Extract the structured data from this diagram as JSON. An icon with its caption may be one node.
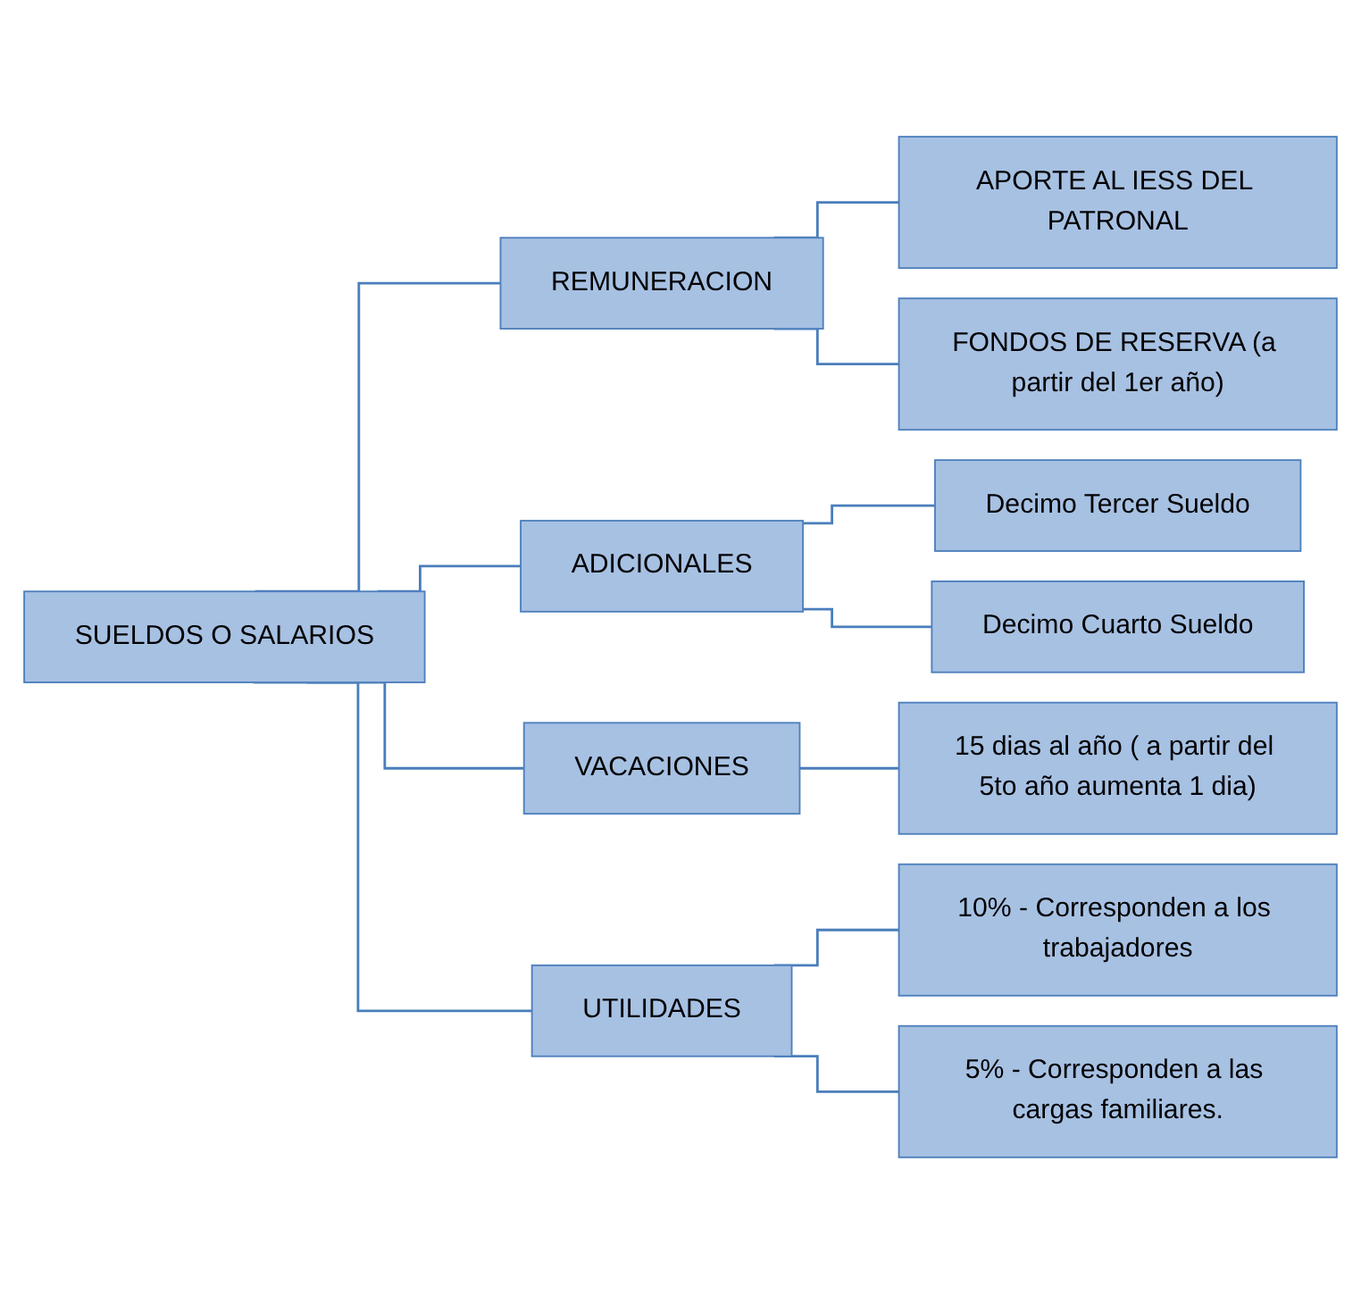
{
  "diagram": {
    "nodes": [
      {
        "text": [
          "SUELDOS O SALARIOS"
        ]
      },
      {
        "text": [
          "REMUNERACION"
        ]
      },
      {
        "text": [
          "APORTE AL IESS DEL PATRONAL"
        ]
      },
      {
        "text": [
          "FONDOS DE RESERVA (a partir del 1er año)"
        ]
      },
      {
        "text": [
          "ADICIONALES"
        ]
      },
      {
        "text": [
          "Decimo Tercer Sueldo"
        ]
      },
      {
        "text": [
          "Decimo Cuarto Sueldo"
        ]
      },
      {
        "text": [
          "VACACIONES"
        ]
      },
      {
        "text": [
          "15 dias al año ( a partir del 5to año aumenta 1 dia)"
        ]
      },
      {
        "text": [
          "UTILIDADES"
        ]
      },
      {
        "text": [
          "10% - Corresponden a los trabajadores"
        ]
      },
      {
        "text": [
          "5% - Corresponden a las cargas familiares."
        ]
      }
    ],
    "edges": [
      {
        "from": 0,
        "to": 1,
        "arrow": "none"
      },
      {
        "from": 0,
        "to": 4,
        "arrow": "none"
      },
      {
        "from": 0,
        "to": 7,
        "arrow": "none"
      },
      {
        "from": 0,
        "to": 9,
        "arrow": "none"
      },
      {
        "from": 1,
        "to": 2,
        "arrow": "none"
      },
      {
        "from": 1,
        "to": 3,
        "arrow": "none"
      },
      {
        "from": 4,
        "to": 5,
        "arrow": "none"
      },
      {
        "from": 4,
        "to": 6,
        "arrow": "none"
      },
      {
        "from": 7,
        "to": 8,
        "arrow": "none"
      },
      {
        "from": 9,
        "to": 10,
        "arrow": "none"
      },
      {
        "from": 9,
        "to": 11,
        "arrow": "none"
      }
    ]
  }
}
